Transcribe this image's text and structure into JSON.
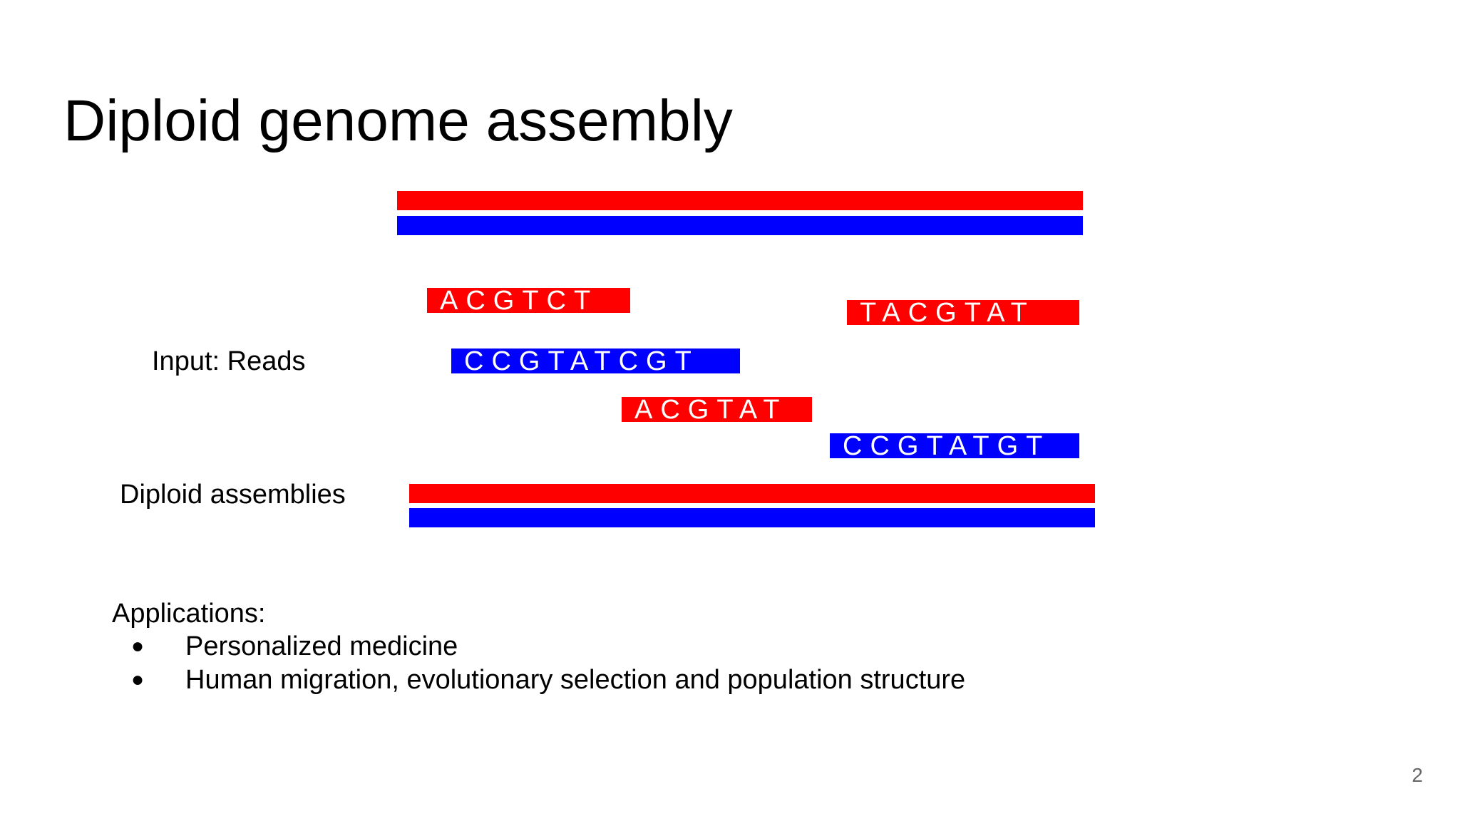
{
  "slide": {
    "title": "Diploid genome assembly",
    "page_number": "2"
  },
  "colors": {
    "haplotype_1": "#ff0000",
    "haplotype_2": "#0000ff",
    "read_text": "#ffffff"
  },
  "diagram": {
    "input_label": "Input: Reads",
    "assemblies_label": "Diploid assemblies",
    "reads": [
      {
        "sequence": "ACGTCT",
        "haplotype": "red"
      },
      {
        "sequence": "TACGTAT",
        "haplotype": "red"
      },
      {
        "sequence": "CCGTATCGT",
        "haplotype": "blue"
      },
      {
        "sequence": "ACGTAT",
        "haplotype": "red"
      },
      {
        "sequence": "CCGTATGT",
        "haplotype": "blue"
      }
    ]
  },
  "applications": {
    "heading": "Applications:",
    "bullet": "●",
    "items": [
      "Personalized medicine",
      "Human migration, evolutionary selection and population structure"
    ]
  }
}
